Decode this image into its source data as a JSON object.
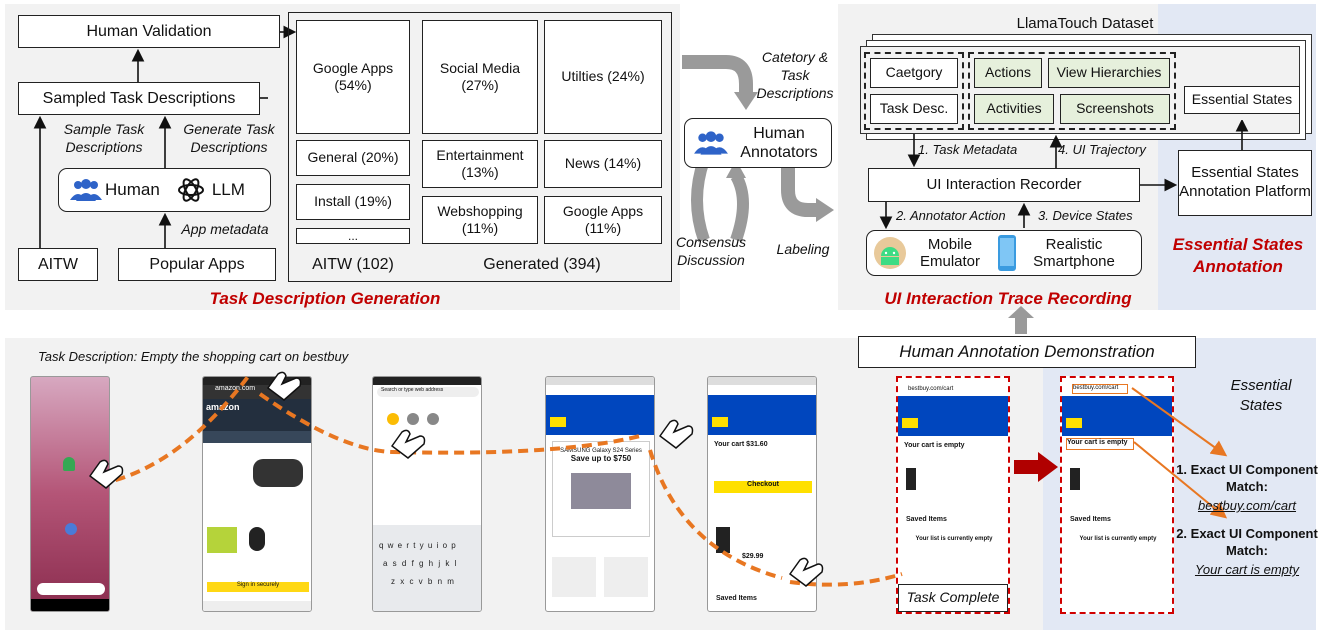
{
  "task_gen": {
    "title": "Task Description Generation",
    "human_validation": "Human Validation",
    "sampled": "Sampled Task Descriptions",
    "sample_label": "Sample Task Descriptions",
    "generate_label": "Generate Task Descriptions",
    "human": "Human",
    "llm": "LLM",
    "app_metadata": "App metadata",
    "aitw": "AITW",
    "popular_apps": "Popular Apps",
    "aitw_items": [
      "Google Apps (54%)",
      "General (20%)",
      "Install (19%)",
      "..."
    ],
    "aitw_caption": "AITW (102)",
    "gen_items": [
      "Social Media (27%)",
      "Utilties (24%)",
      "Entertainment (13%)",
      "News (14%)",
      "Webshopping (11%)",
      "Google Apps (11%)"
    ],
    "gen_caption": "Generated (394)"
  },
  "middle": {
    "category_label": "Catetory & Task Descriptions",
    "annotators": "Human Annotators",
    "consensus": "Consensus Discussion",
    "labeling": "Labeling"
  },
  "trace": {
    "dataset_title": "LlamaTouch Dataset",
    "category": "Caetgory",
    "task_desc": "Task Desc.",
    "actions": "Actions",
    "view_hier": "View Hierarchies",
    "activities": "Activities",
    "screenshots": "Screenshots",
    "essential_states_box": "Essential States",
    "task_metadata": "1. Task Metadata",
    "ui_trajectory": "4. UI Trajectory",
    "recorder": "UI Interaction Recorder",
    "annotator_action": "2. Annotator Action",
    "device_states": "3. Device States",
    "mobile_emulator": "Mobile Emulator",
    "realistic_phone": "Realistic Smartphone",
    "title": "UI Interaction Trace Recording"
  },
  "annotation": {
    "platform": "Essential States Annotation Platform",
    "title": "Essential States Annotation"
  },
  "demo": {
    "header": "Human Annotation Demonstration",
    "task_description": "Task Description: Empty the shopping cart on bestbuy",
    "task_complete": "Task Complete",
    "essential_states": "Essential States",
    "match1_title": "1. Exact UI Component Match:",
    "match1_value": "bestbuy.com/cart",
    "match2_title": "2. Exact UI Component Match:",
    "match2_value": "Your cart is empty",
    "cart_empty": "Your cart is empty",
    "url": "bestbuy.com/cart",
    "saved_items": "Saved Items",
    "list_empty": "Your list is currently empty",
    "checkout": "Checkout",
    "your_cart": "Your cart",
    "cart_total": "$31.60",
    "amazon": "amazon",
    "amazon_url": "amazon.com",
    "sign_in": "Sign in securely",
    "search": "Search or type web address",
    "samsung": "Save up to $750",
    "galaxy": "SAMSUNG Galaxy S24 Series",
    "price": "$29.99",
    "keys_row1": "q w e r t y u i o p",
    "keys_row2": "a s d f g h j k l",
    "keys_row3": "z x c v b n m"
  },
  "colors": {
    "red": "#c00000",
    "orange": "#e87722",
    "green_fill": "#e6f0dc",
    "blue_panel": "#e2e8f4"
  }
}
